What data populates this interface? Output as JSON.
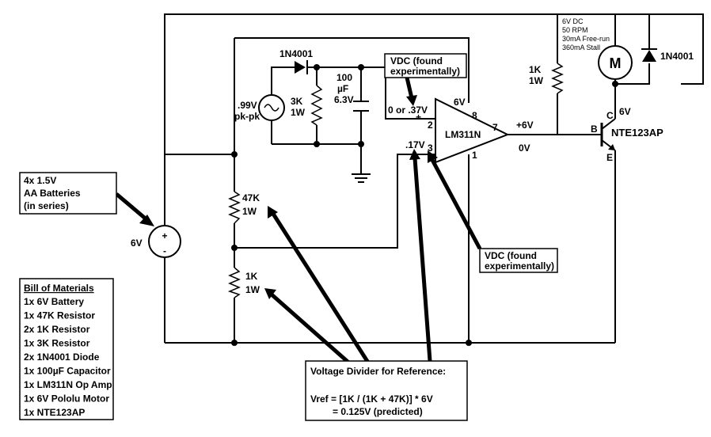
{
  "components": {
    "battery": {
      "voltage": "6V",
      "plus": "+",
      "minus": "-"
    },
    "diode_top": "1N4001",
    "diode_motor": "1N4001",
    "source": {
      "line1": ".99V",
      "line2": "pk-pk"
    },
    "r3k": {
      "value": "3K",
      "power": "1W"
    },
    "cap": {
      "line1": "100",
      "line2": "µF",
      "line3": "6.3V"
    },
    "r47k": {
      "value": "47K",
      "power": "1W"
    },
    "r1k_bottom": {
      "value": "1K",
      "power": "1W"
    },
    "r1k_top": {
      "value": "1K",
      "power": "1W"
    },
    "opamp": {
      "name": "LM311N",
      "plus": "+",
      "minus": "-",
      "pin2": "2",
      "pin3": "3",
      "pin7": "7",
      "pin8": "8",
      "pin1": "1",
      "supply": "6V"
    },
    "motor": {
      "symbol": "M",
      "specs": [
        "6V DC",
        "50 RPM",
        "30mA Free-run",
        "360mA Stall"
      ]
    },
    "transistor": {
      "name": "NTE123AP",
      "b": "B",
      "c": "C",
      "e": "E",
      "collector_v": "6V"
    }
  },
  "node_labels": {
    "plus_in": "0 or .37V",
    "minus_in": ".17V",
    "out_high": "+6V",
    "out_low": "0V"
  },
  "annotations": {
    "vdc_top": [
      "VDC (found",
      "experimentally)"
    ],
    "vdc_mid": [
      "VDC (found",
      "experimentally)"
    ],
    "batteries": [
      "4x 1.5V",
      "AA Batteries",
      "(in series)"
    ],
    "divider": {
      "title": "Voltage Divider for Reference:",
      "line1": "Vref = [1K / (1K + 47K)] * 6V",
      "line2": "= 0.125V (predicted)"
    }
  },
  "bom": {
    "title": "Bill of Materials",
    "items": [
      "1x 6V Battery",
      "1x 47K Resistor",
      "2x 1K Resistor",
      "1x 3K Resistor",
      "2x 1N4001 Diode",
      "1x 100µF Capacitor",
      "1x LM311N Op Amp",
      "1x 6V Pololu Motor",
      "1x NTE123AP"
    ]
  }
}
